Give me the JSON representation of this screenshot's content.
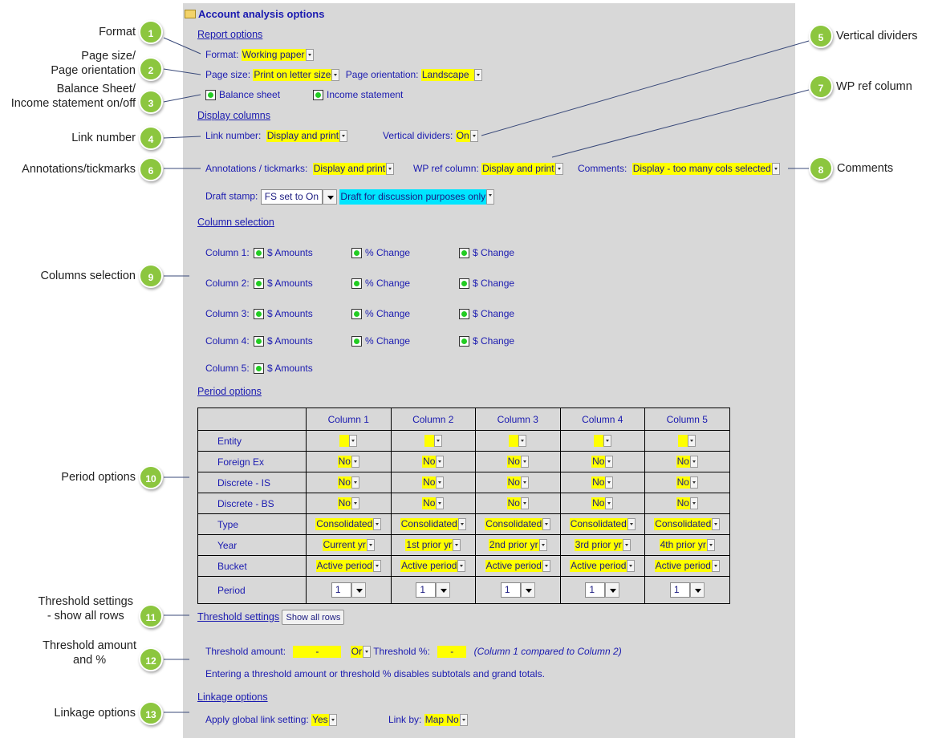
{
  "panel": {
    "title": "Account analysis options"
  },
  "report_options": {
    "section_label": "Report options",
    "format_label": "Format:",
    "format_value": "Working paper",
    "page_size_label": "Page size:",
    "page_size_value": "Print on letter size",
    "orientation_label": "Page orientation:",
    "orientation_value": "Landscape",
    "balance_sheet_label": "Balance sheet",
    "income_statement_label": "Income statement"
  },
  "display_columns": {
    "section_label": "Display columns",
    "link_number_label": "Link number:",
    "link_number_value": "Display and print",
    "vertical_dividers_label": "Vertical dividers:",
    "vertical_dividers_value": "On",
    "annotations_label": "Annotations / tickmarks:",
    "annotations_value": "Display and print",
    "wp_ref_label": "WP ref column:",
    "wp_ref_value": "Display and print",
    "comments_label": "Comments:",
    "comments_value": "Display - too many cols selected",
    "draft_stamp_label": "Draft stamp:",
    "draft_stamp_value": "FS set to On",
    "draft_text_value": "Draft for discussion purposes only"
  },
  "column_selection": {
    "section_label": "Column selection",
    "rows": [
      {
        "label": "Column 1:",
        "opt1": "$ Amounts",
        "opt2": "% Change",
        "opt3": "$ Change"
      },
      {
        "label": "Column 2:",
        "opt1": "$ Amounts",
        "opt2": "% Change",
        "opt3": "$ Change"
      },
      {
        "label": "Column 3:",
        "opt1": "$ Amounts",
        "opt2": "% Change",
        "opt3": "$ Change"
      },
      {
        "label": "Column 4:",
        "opt1": "$ Amounts",
        "opt2": "% Change",
        "opt3": "$ Change"
      },
      {
        "label": "Column 5:",
        "opt1": "$ Amounts"
      }
    ]
  },
  "period_options": {
    "section_label": "Period options",
    "columns": [
      "Column 1",
      "Column 2",
      "Column 3",
      "Column 4",
      "Column 5"
    ],
    "row_labels": [
      "Entity",
      "Foreign Ex",
      "Discrete - IS",
      "Discrete - BS",
      "Type",
      "Year",
      "Bucket",
      "Period"
    ],
    "cells": [
      {
        "entity": "",
        "foreign_ex": "No",
        "discrete_is": "No",
        "discrete_bs": "No",
        "type": "Consolidated",
        "year": "Current yr",
        "bucket": "Active period",
        "period": "1"
      },
      {
        "entity": "",
        "foreign_ex": "No",
        "discrete_is": "No",
        "discrete_bs": "No",
        "type": "Consolidated",
        "year": "1st prior yr",
        "bucket": "Active period",
        "period": "1"
      },
      {
        "entity": "",
        "foreign_ex": "No",
        "discrete_is": "No",
        "discrete_bs": "No",
        "type": "Consolidated",
        "year": "2nd prior yr",
        "bucket": "Active period",
        "period": "1"
      },
      {
        "entity": "",
        "foreign_ex": "No",
        "discrete_is": "No",
        "discrete_bs": "No",
        "type": "Consolidated",
        "year": "3rd prior yr",
        "bucket": "Active period",
        "period": "1"
      },
      {
        "entity": "",
        "foreign_ex": "No",
        "discrete_is": "No",
        "discrete_bs": "No",
        "type": "Consolidated",
        "year": "4th prior yr",
        "bucket": "Active period",
        "period": "1"
      }
    ]
  },
  "threshold": {
    "section_label": "Threshold settings",
    "show_all_button": "Show all rows",
    "amount_label": "Threshold amount:",
    "amount_value": "-",
    "or_value": "Or",
    "percent_label": "Threshold %:",
    "percent_value": "-",
    "compare_note": "(Column 1 compared to Column 2)",
    "info_text": "Entering a threshold amount or threshold % disables subtotals and grand totals."
  },
  "linkage": {
    "section_label": "Linkage options",
    "global_label": "Apply global link setting:",
    "global_value": "Yes",
    "link_by_label": "Link by:",
    "link_by_value": "Map No"
  },
  "callouts": {
    "c1": {
      "num": "1",
      "text": "Format"
    },
    "c2": {
      "num": "2",
      "line1": "Page size/",
      "line2": "Page orientation"
    },
    "c3": {
      "num": "3",
      "line1": "Balance Sheet/",
      "line2": "Income statement on/off"
    },
    "c4": {
      "num": "4",
      "text": "Link number"
    },
    "c5": {
      "num": "5",
      "text": "Vertical dividers"
    },
    "c6": {
      "num": "6",
      "text": "Annotations/tickmarks"
    },
    "c7": {
      "num": "7",
      "text": "WP ref column"
    },
    "c8": {
      "num": "8",
      "text": "Comments"
    },
    "c9": {
      "num": "9",
      "text": "Columns selection"
    },
    "c10": {
      "num": "10",
      "text": "Period options"
    },
    "c11": {
      "num": "11",
      "line1": "Threshold settings",
      "line2": "- show all rows"
    },
    "c12": {
      "num": "12",
      "line1": "Threshold amount",
      "line2": "and %"
    },
    "c13": {
      "num": "13",
      "text": "Linkage options"
    }
  },
  "colors": {
    "panel_bg": "#d8d8d8",
    "field_yellow": "#ffff00",
    "field_cyan": "#00e5ff",
    "callout_green": "#8cc63f",
    "text_blue": "#1a1ab0"
  }
}
